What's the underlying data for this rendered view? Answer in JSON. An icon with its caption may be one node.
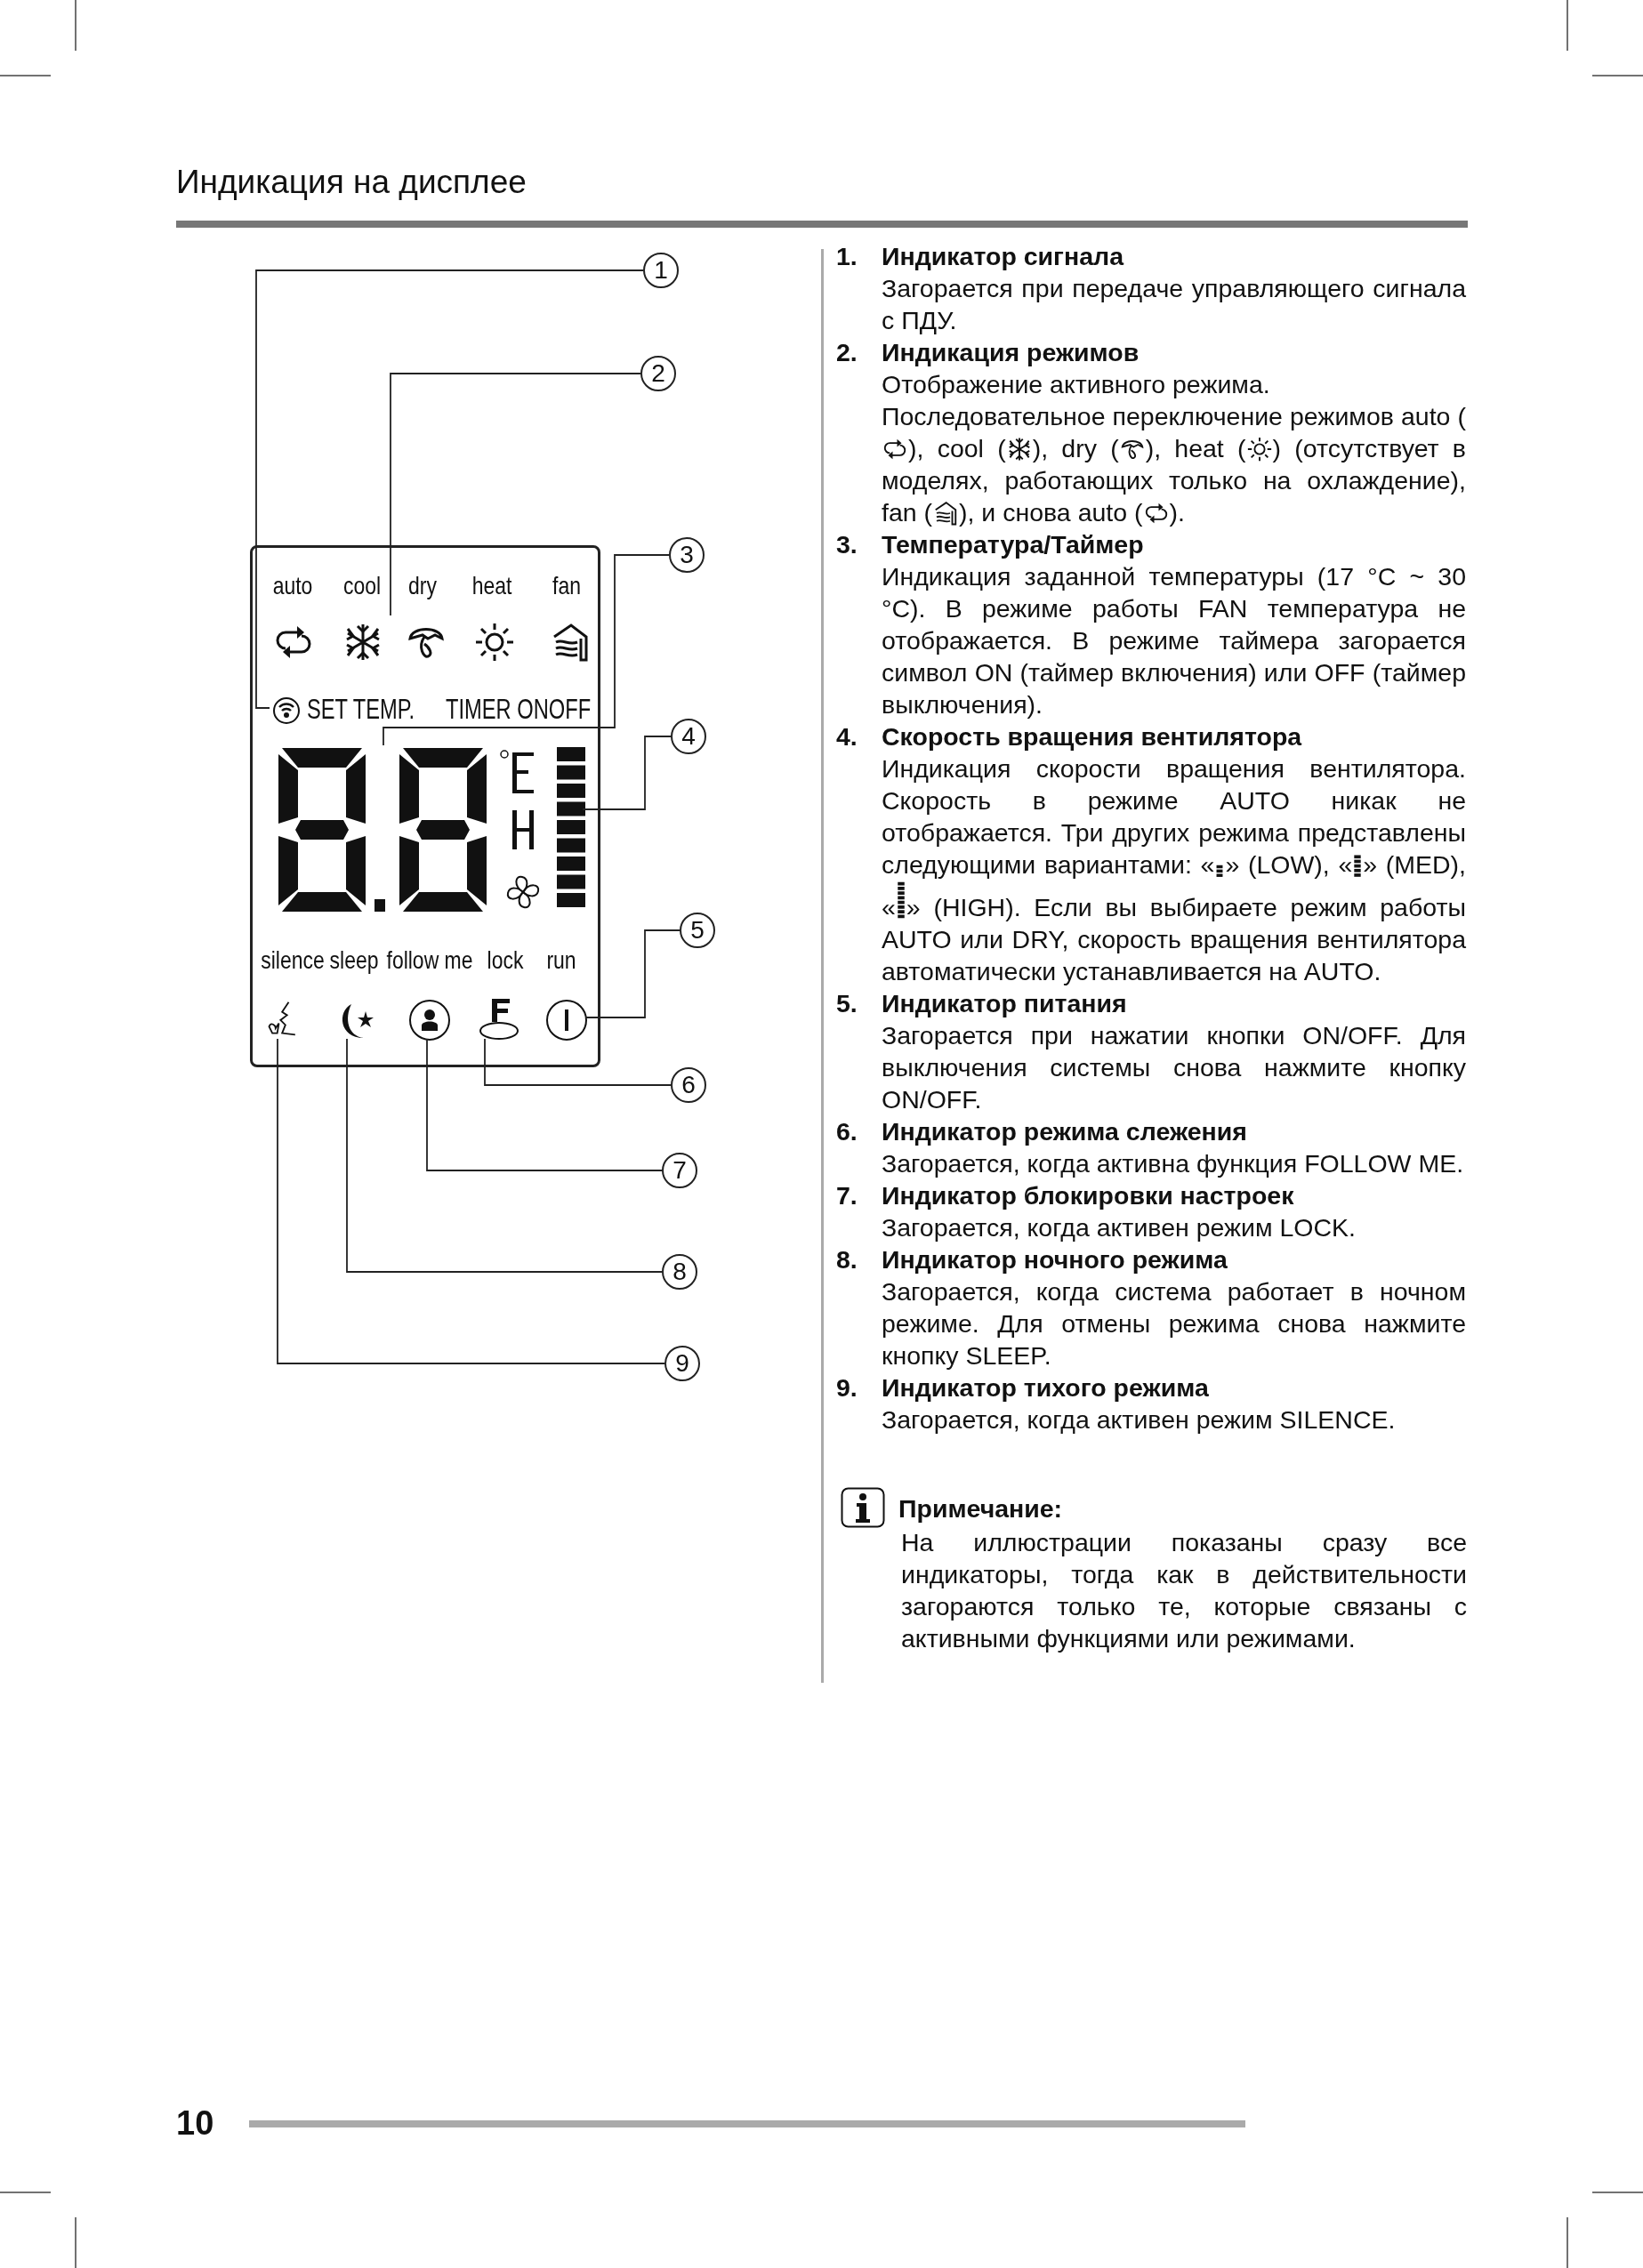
{
  "diagram": {
    "title": "Индикация на дисплее",
    "nodes": [
      {
        "text": [
          "auto",
          "cool",
          "dry",
          "heat",
          "fan",
          "SET TEMP.",
          "TIMER ONOFF",
          "silence",
          "sleep",
          "follow me",
          "lock",
          "run"
        ]
      },
      {
        "text": [
          "1"
        ]
      },
      {
        "text": [
          "2"
        ]
      },
      {
        "text": [
          "3"
        ]
      },
      {
        "text": [
          "4"
        ]
      },
      {
        "text": [
          "5"
        ]
      },
      {
        "text": [
          "6"
        ]
      },
      {
        "text": [
          "7"
        ]
      },
      {
        "text": [
          "8"
        ]
      },
      {
        "text": [
          "9"
        ]
      },
      {
        "text": [],
        "shape": "icon",
        "in": 0
      },
      {
        "text": [],
        "shape": "icon",
        "in": 0
      },
      {
        "text": [],
        "shape": "icon",
        "in": 0
      },
      {
        "text": [],
        "shape": "bar",
        "in": 0
      },
      {
        "text": [],
        "shape": "icon",
        "in": 0
      },
      {
        "text": [],
        "shape": "icon",
        "in": 0
      },
      {
        "text": [],
        "shape": "icon",
        "in": 0
      },
      {
        "text": [],
        "shape": "icon",
        "in": 0
      },
      {
        "text": [],
        "shape": "icon",
        "in": 0
      }
    ],
    "edges": [
      {
        "from": 1,
        "to": 10,
        "arrow": "none"
      },
      {
        "from": 2,
        "to": 11,
        "arrow": "none"
      },
      {
        "from": 3,
        "to": 12,
        "arrow": "none"
      },
      {
        "from": 4,
        "to": 13,
        "arrow": "none"
      },
      {
        "from": 5,
        "to": 14,
        "arrow": "none"
      },
      {
        "from": 6,
        "to": 15,
        "arrow": "none"
      },
      {
        "from": 7,
        "to": 16,
        "arrow": "none"
      },
      {
        "from": 8,
        "to": 17,
        "arrow": "none"
      },
      {
        "from": 9,
        "to": 18,
        "arrow": "none"
      }
    ],
    "labels": [
      "1.",
      "Индикатор сигнала",
      "Загорается при передаче управляющего сигнала с ПДУ.",
      "2.",
      "Индикация режимов",
      "Отображение активного режима.",
      "Последовательное переключение режимов auto (",
      "), cool (",
      "), dry (",
      "), heat (",
      ") (отсутствует в моделях, работающих только на охлаждение), fan (",
      "), и снова auto (",
      ").",
      "3.",
      "Температура/Таймер",
      "Индикация заданной температуры (17 °C ~ 30 °C). В режиме работы FAN температура не отображается. В режиме таймера загорается символ ON (таймер включения) или OFF (таймер выключения).",
      "4.",
      "Скорость вращения вентилятора",
      "Индикация скорости вращения вентилятора. Скорость в режиме AUTO никак не отображается. Три других режима представлены следующими вариантами: «",
      "» (LOW), «",
      "» (MED), «",
      "» (HIGH). Если вы выбираете режим работы AUTO или DRY, скорость вращения вентилятора автоматически устанавливается на AUTO.",
      "5.",
      "Индикатор питания",
      "Загорается при нажатии кнопки ON/OFF. Для выключения системы снова нажмите кнопку ON/OFF.",
      "6.",
      "Индикатор режима слежения",
      "Загорается, когда активна функция FOLLOW ME.",
      "7.",
      "Индикатор блокировки настроек",
      "Загорается, когда активен режим LOCK.",
      "8.",
      "Индикатор ночного режима",
      "Загорается, когда система работает в ночном режиме. Для отмены режима снова нажмите кнопку SLEEP.",
      "9.",
      "Индикатор тихого режима",
      "Загорается, когда активен режим SILENCE.",
      "Примечание:",
      "На иллюстрации показаны сразу все индикаторы, тогда как в действительности загораются только те, которые связаны с активными функциями или режимами.",
      "10"
    ]
  }
}
